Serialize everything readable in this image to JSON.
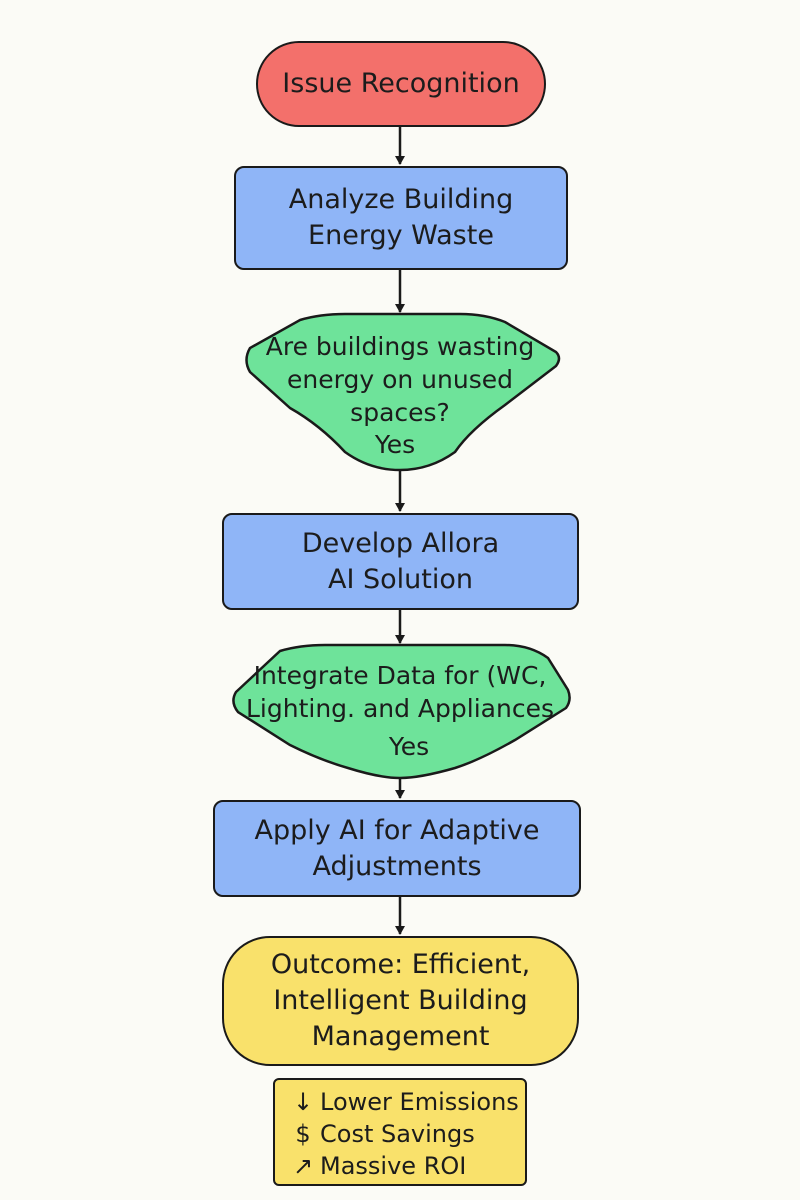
{
  "colors": {
    "start": "#f3706b",
    "process": "#8fb5f7",
    "decision": "#6ee39a",
    "outcome": "#f9e16b",
    "stroke": "#1a1a1a"
  },
  "nodes": {
    "start": {
      "label": "Issue Recognition"
    },
    "analyze": {
      "lines": [
        "Analyze Building",
        "Energy Waste"
      ]
    },
    "decision1": {
      "lines": [
        "Are buildings wasting",
        "energy on unused",
        "spaces?"
      ],
      "answer": "Yes"
    },
    "develop": {
      "lines": [
        "Develop Allora",
        "AI Solution"
      ]
    },
    "decision2": {
      "lines": [
        "Integrate Data for (WC,",
        "Lighting. and Appliances"
      ],
      "answer": "Yes"
    },
    "apply": {
      "lines": [
        "Apply AI for Adaptive",
        "Adjustments"
      ]
    },
    "outcome": {
      "lines": [
        "Outcome: Efficient,",
        "Intelligent Building",
        "Management"
      ]
    }
  },
  "benefits": [
    {
      "icon": "↓",
      "icon_name": "down-arrow-icon",
      "label": "Lower Emissions"
    },
    {
      "icon": "$",
      "icon_name": "dollar-icon",
      "label": "Cost Savings"
    },
    {
      "icon": "↗",
      "icon_name": "trend-up-arrow-icon",
      "label": "Massive ROI"
    }
  ]
}
